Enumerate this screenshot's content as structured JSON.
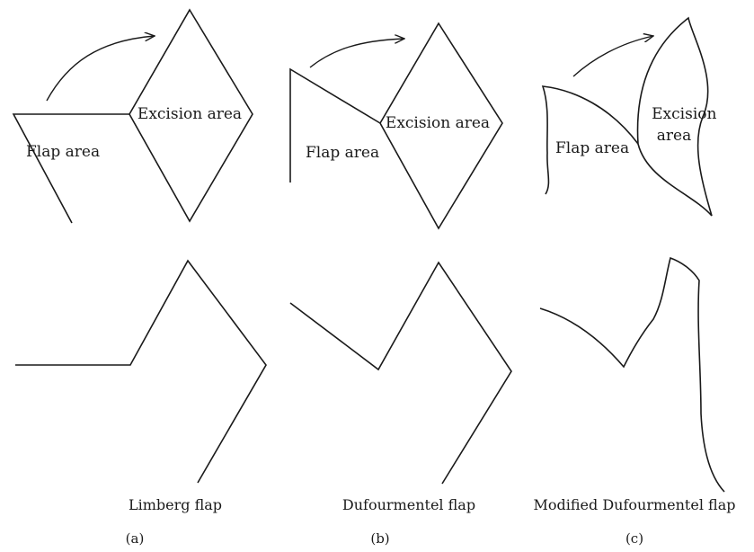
{
  "panels": [
    {
      "id": "a",
      "tag": "(a)",
      "caption": "Limberg flap",
      "flap_label": "Flap area",
      "excision_label": [
        "Excision area"
      ]
    },
    {
      "id": "b",
      "tag": "(b)",
      "caption": "Dufourmentel flap",
      "flap_label": "Flap area",
      "excision_label": [
        "Excision area"
      ]
    },
    {
      "id": "c",
      "tag": "(c)",
      "caption": "Modified Dufourmentel flap",
      "flap_label": "Flap area",
      "excision_label": [
        "Excision",
        "area"
      ]
    }
  ]
}
